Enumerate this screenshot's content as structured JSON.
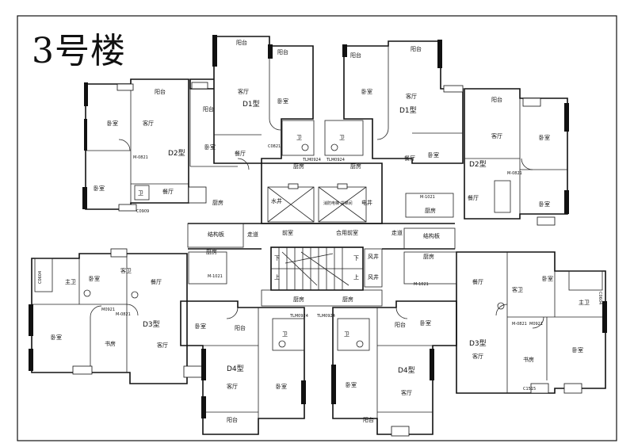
{
  "title": "3号楼",
  "units": {
    "d1_left": "D1型",
    "d1_right": "D1型",
    "d2_left": "D2型",
    "d2_right": "D2型",
    "d3_left": "D3型",
    "d3_right": "D3型",
    "d4_left": "D4型",
    "d4_right": "D4型"
  },
  "rooms": {
    "balcony": "阳台",
    "bedroom": "卧室",
    "living": "客厅",
    "dining": "餐厅",
    "kitchen": "厨房",
    "study": "书房",
    "master_bath": "主卫",
    "guest_bath": "客卫",
    "bath": "卫",
    "structure_board": "结构板",
    "corridor": "走道",
    "front_room": "前室",
    "shared_front_room": "合用前室",
    "wind_well": "风井",
    "water_well": "水井",
    "elec_well": "电井",
    "stair_down": "下",
    "stair_up": "上",
    "elevator_note": "消防电梯 货梯间"
  },
  "codes": {
    "m0821": "M-0821",
    "m0921": "M0921",
    "m1021": "M-1021",
    "m1021_b": "M-1021",
    "c0909": "C0909",
    "c1515": "C1515",
    "c0604": "C0604",
    "c0604_r": "C0604",
    "tlm0924_a": "TLM0924",
    "tlm0924_b": "TLM0924",
    "tlm0924_c": "TLM0924",
    "tlm0924_d": "TLM0924",
    "c0821": "C0821"
  }
}
